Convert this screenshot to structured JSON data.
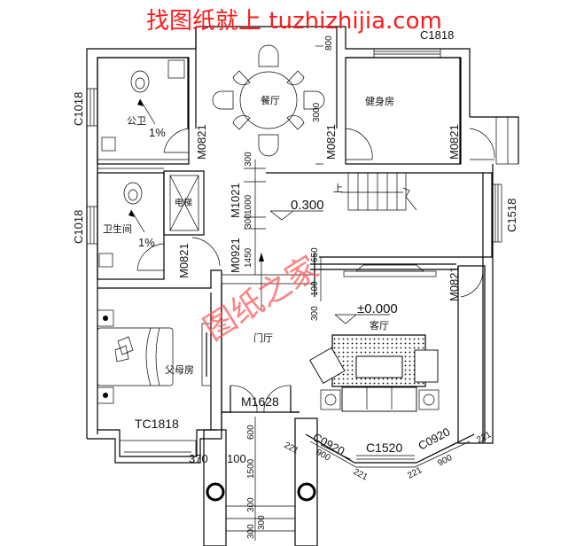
{
  "watermark": {
    "top_text": "找图纸就上 tuzhizhijia.com",
    "diagonal_text": "图纸之家",
    "color": "#ff1a1a"
  },
  "rooms": {
    "public_bath": "公卫",
    "dining": "餐厅",
    "gym": "健身房",
    "bathroom": "卫生间",
    "elevator": "电梯",
    "parents_room": "父母房",
    "living": "客厅",
    "foyer": "门厅"
  },
  "slopes": {
    "public_bath": "1%",
    "bathroom": "1%"
  },
  "elevations": {
    "stair_landing": "0.300",
    "living": "±0.000"
  },
  "stair": {
    "up_label": "上"
  },
  "windows": {
    "top_gym": "C1818",
    "left_top": "C1018",
    "left_bottom": "C1018",
    "right_stair": "C1518",
    "parents_bay": "TC1818",
    "bay_left": "C0920",
    "bay_center": "C1520",
    "bay_right": "C0920"
  },
  "doors": {
    "public_bath": "M0821",
    "dining_right": "M0821",
    "gym": "M0821",
    "elevator": "M1021",
    "bathroom": "M0821",
    "foyer": "M0921",
    "living_right": "M0821",
    "main_entry": "M1628"
  },
  "dimensions": {
    "top_800": "800",
    "dining_3000": "3000",
    "d300_a": "300",
    "d1000": "1000",
    "d300_b": "300",
    "d1450": "1450",
    "d650": "650",
    "d100": "100",
    "d300_c": "300",
    "entry_600": "600",
    "entry_1500": "1500",
    "entry_300_a": "300",
    "entry_300_b": "300",
    "entry_300_c": "300",
    "d370": "370",
    "d100_b": "100",
    "bay_221_a": "221",
    "bay_900_a": "900",
    "bay_221_b": "221",
    "bay_221_c": "221",
    "bay_900_b": "900",
    "bay_221_d": "221"
  }
}
